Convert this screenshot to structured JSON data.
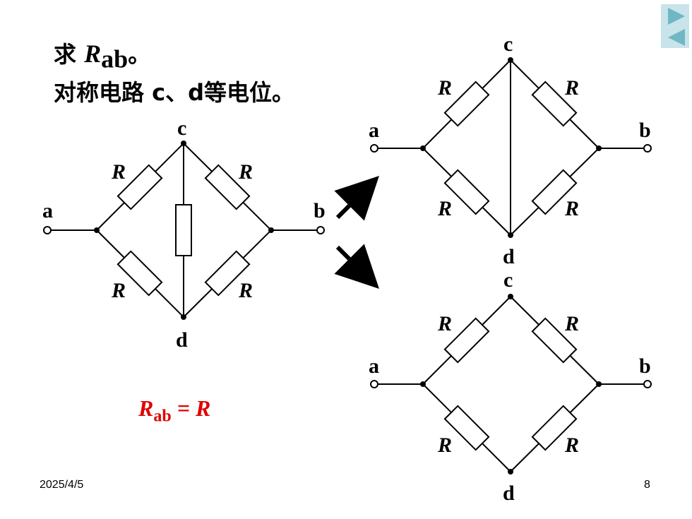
{
  "slide": {
    "title_line1_prefix": "求 ",
    "title_line1_symbol": "R",
    "title_line1_sub": "ab",
    "title_line1_suffix": "。",
    "title_line2": "对称电路 c、d等电位。",
    "result_symbol": "R",
    "result_sub": "ab",
    "result_rhs": " = R",
    "date": "2025/4/5",
    "page_number": "8"
  },
  "nav": {
    "next_icon": "triangle-right-icon",
    "prev_icon": "triangle-left-icon",
    "color": "#6fb7c4"
  },
  "circuits": {
    "left": {
      "node_a": "a",
      "node_b": "b",
      "node_c": "c",
      "node_d": "d",
      "r_ac": "R",
      "r_cb": "R",
      "r_ad": "R",
      "r_db": "R"
    },
    "top_right": {
      "node_a": "a",
      "node_b": "b",
      "node_c": "c",
      "node_d": "d",
      "r_ac": "R",
      "r_cb": "R",
      "r_ad": "R",
      "r_db": "R"
    },
    "bottom_right": {
      "node_a": "a",
      "node_b": "b",
      "node_c": "c",
      "node_d": "d",
      "r_ac": "R",
      "r_cb": "R",
      "r_ad": "R",
      "r_db": "R"
    }
  },
  "colors": {
    "result": "#e00000",
    "wire": "#000000"
  }
}
